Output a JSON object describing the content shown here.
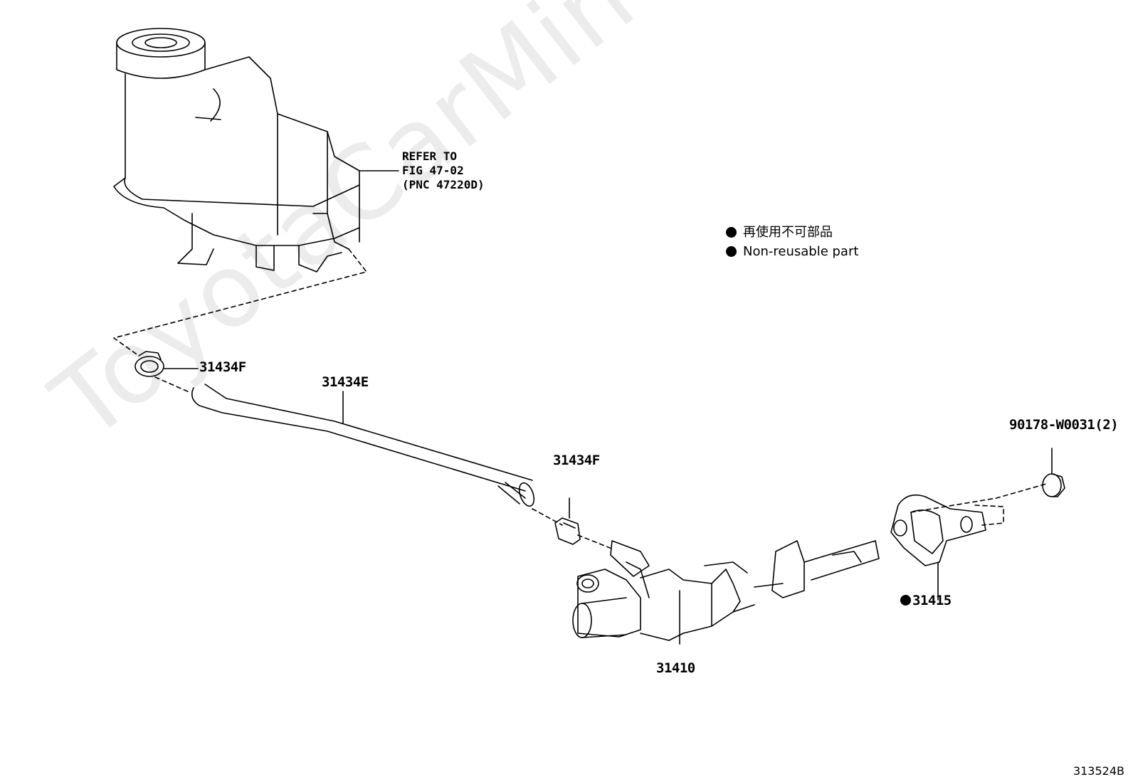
{
  "watermark": "ToyotaCarMine.ru",
  "reference": {
    "line1": "REFER TO",
    "line2": "FIG 47-02",
    "line3": "(PNC 47220D)"
  },
  "legend": {
    "line_jp": "再使用不可部品",
    "line_en": "Non-reusable part"
  },
  "parts": {
    "clip_upper": "31434F",
    "hose": "31434E",
    "clip_lower": "31434F",
    "nut": "90178-W0031(2)",
    "gasket": "31415",
    "master_cylinder": "31410"
  },
  "figure_code": "313524B"
}
